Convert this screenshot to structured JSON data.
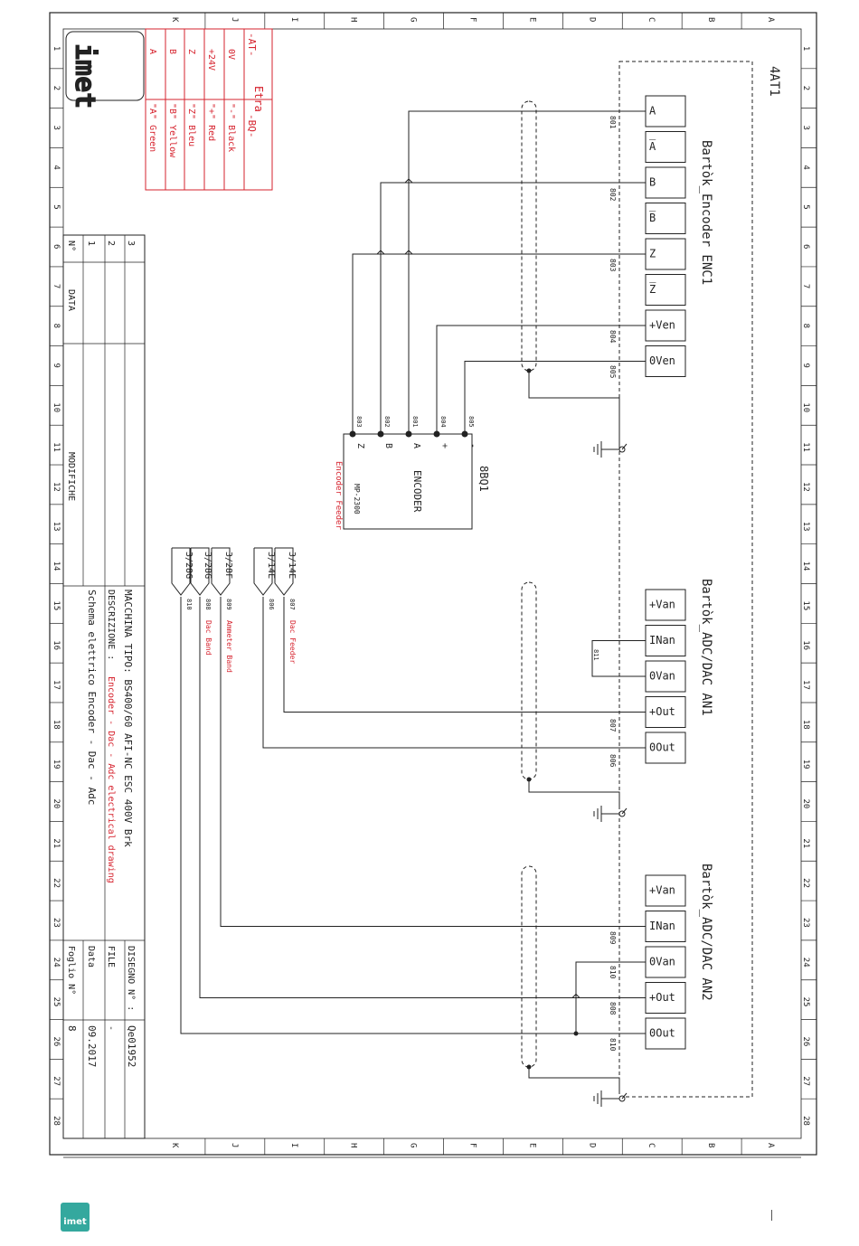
{
  "grid": {
    "columns": [
      "K",
      "J",
      "I",
      "H",
      "G",
      "F",
      "E",
      "D",
      "C",
      "B",
      "A"
    ],
    "rows": [
      "1",
      "2",
      "3",
      "4",
      "5",
      "6",
      "7",
      "8",
      "9",
      "10",
      "11",
      "12",
      "13",
      "14",
      "15",
      "16",
      "17",
      "18",
      "19",
      "20",
      "21",
      "22",
      "23",
      "24",
      "25",
      "26",
      "27",
      "28"
    ]
  },
  "colors": {
    "ink": "#222222",
    "red": "#d6232e",
    "logo": "#34a89e"
  },
  "device": "4AT1",
  "blocks": {
    "encoder": {
      "title": "Bartòk_Encoder  ENC1",
      "terminals": [
        "A",
        "A̅",
        "B",
        "B̅",
        "Z",
        "Z̅",
        "+Ven",
        "0Ven"
      ],
      "wires": [
        "801",
        "802",
        "803",
        "804",
        "805"
      ]
    },
    "an1": {
      "title": "Bartòk_ADC/DAC  AN1",
      "terminals": [
        "+Van",
        "INan",
        "0Van",
        "+Out",
        "0Out"
      ],
      "wires": [
        "811",
        "807",
        "806"
      ]
    },
    "an2": {
      "title": "Bartòk_ADC/DAC  AN2",
      "terminals": [
        "+Van",
        "INan",
        "0Van",
        "+Out",
        "0Out"
      ],
      "wires": [
        "809",
        "810",
        "808",
        "810"
      ]
    }
  },
  "encoder_device": {
    "tag": "8BQ1",
    "name": "ENCODER",
    "model": "MP-2300",
    "label": "Encoder Feeder",
    "pins": [
      "Z",
      "B",
      "A",
      "+",
      "-"
    ],
    "wires": [
      "803",
      "802",
      "801",
      "804",
      "805"
    ]
  },
  "references": [
    {
      "tag": "3/28G",
      "wire": "810",
      "label": ""
    },
    {
      "tag": "3/28G",
      "wire": "808",
      "label": "Dac Band"
    },
    {
      "tag": "3/28F",
      "wire": "809",
      "label": "Ammeter Band"
    },
    {
      "tag": "3/14E",
      "wire": "806",
      "label": ""
    },
    {
      "tag": "3/14E",
      "wire": "807",
      "label": "Dac Feeder"
    }
  ],
  "legend": {
    "etra": "Etra",
    "at": "-AT-",
    "bq": "-BQ-",
    "left": [
      "0V",
      "+24V",
      "Z",
      "B",
      "A"
    ],
    "right": [
      "\"-\" Black",
      "\"+\" Red",
      "\"Z\" Bleu",
      "\"B\" Yellow",
      "\"A\" Green"
    ]
  },
  "titleblock": {
    "n_label": "N°",
    "n_values": [
      "1",
      "2",
      "3"
    ],
    "data_label": "DATA",
    "modifiche_label": "MODIFICHE",
    "macchina": "MACCHINA TIPO:  BS400/60 AFI-NC ESC 400V Brk",
    "descr_label": "DESCRIZIONE  :",
    "descr_red": "Encoder - Dac - Adc electrical drawing",
    "descr_it": "Schema elettrico Encoder - Dac - Adc",
    "disegno_label": "DISEGNO N°  :",
    "disegno_value": "Qe01952",
    "file_label": "FILE",
    "file_value": "-",
    "data2_label": "Data",
    "data2_value": "09.2017",
    "foglio_label": "Foglio N°",
    "foglio_value": "8"
  },
  "logo_text": "imet"
}
